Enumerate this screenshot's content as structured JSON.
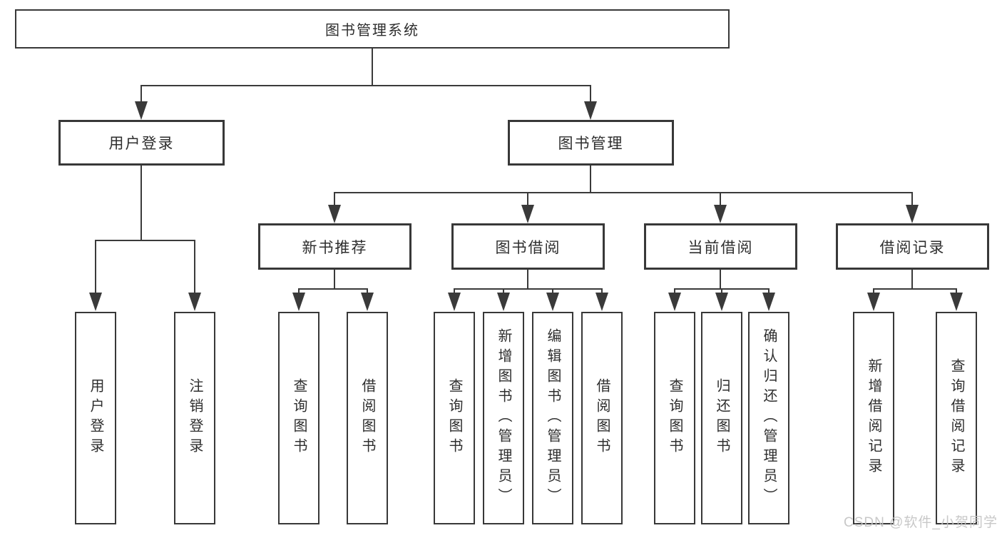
{
  "watermark": "CSDN @软件_小贺同学",
  "colors": {
    "line": "#3a3a3a",
    "border": "#383838",
    "text": "#2e2e2e",
    "background": "#ffffff",
    "watermark": "#c4c4c4"
  },
  "tree": {
    "label": "图书管理系统",
    "children": [
      {
        "label": "用户登录",
        "children": [
          {
            "label": "用户登录"
          },
          {
            "label": "注销登录"
          }
        ]
      },
      {
        "label": "图书管理",
        "children": [
          {
            "label": "新书推荐",
            "children": [
              {
                "label": "查询图书"
              },
              {
                "label": "借阅图书"
              }
            ]
          },
          {
            "label": "图书借阅",
            "children": [
              {
                "label": "查询图书"
              },
              {
                "label": "新增图书（管理员）"
              },
              {
                "label": "编辑图书（管理员）"
              },
              {
                "label": "借阅图书"
              }
            ]
          },
          {
            "label": "当前借阅",
            "children": [
              {
                "label": "查询图书"
              },
              {
                "label": "归还图书"
              },
              {
                "label": "确认归还（管理员）"
              }
            ]
          },
          {
            "label": "借阅记录",
            "children": [
              {
                "label": "新增借阅记录"
              },
              {
                "label": "查询借阅记录"
              }
            ]
          }
        ]
      }
    ]
  }
}
